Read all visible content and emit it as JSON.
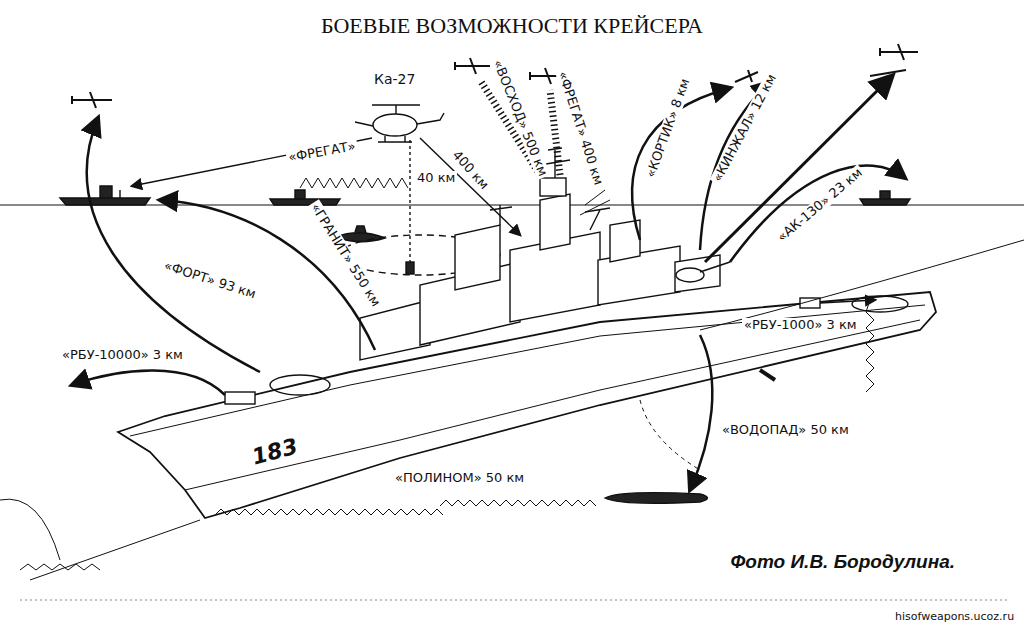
{
  "diagram": {
    "title": "БОЕВЫЕ ВОЗМОЖНОСТИ КРЕЙСЕРА",
    "caption": "Фото И.В. Бородулина.",
    "labels": [
      "Ка-27",
      "«ВОСХОД» 500 км",
      "«ФРЕГАТ» 400 км",
      "«ФРЕГАТ»",
      "40 км",
      "400 км",
      "«КОРТИК» 8 км",
      "«КИНЖАЛ» 12 км",
      "«АК-130» 23 км",
      "«ГРАНИТ» 550 км",
      "«ФОРТ» 93 км",
      "«РБУ-10000» 3 км",
      "«РБУ-1000» 3 км",
      "«ВОДОПАД» 50 км",
      "«ПОЛИНОМ» 50 км",
      "183",
      "hisofweapons.ucoz.ru"
    ]
  }
}
